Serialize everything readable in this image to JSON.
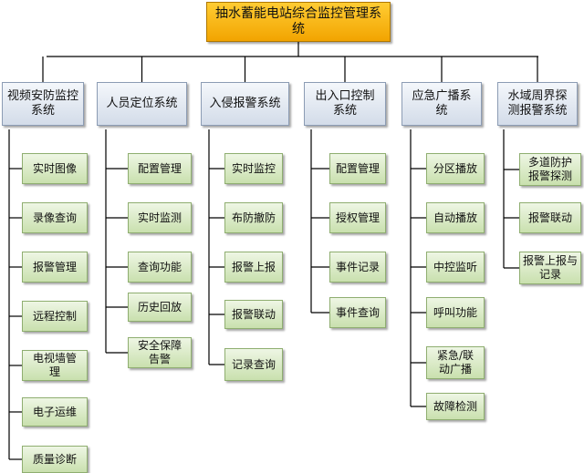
{
  "root": "抽水蓄能电站综合监控管理系统",
  "systems": [
    {
      "name": "视频安防监控\n系统",
      "items": [
        "实时图像",
        "录像查询",
        "报警管理",
        "远程控制",
        "电视墙管\n理",
        "电子运维",
        "质量诊断"
      ]
    },
    {
      "name": "人员定位系统",
      "items": [
        "配置管理",
        "实时监测",
        "查询功能",
        "历史回放",
        "安全保障\n告警"
      ]
    },
    {
      "name": "入侵报警系统",
      "items": [
        "实时监控",
        "布防撤防",
        "报警上报",
        "报警联动",
        "记录查询"
      ]
    },
    {
      "name": "出入口控制\n系统",
      "items": [
        "配置管理",
        "授权管理",
        "事件记录",
        "事件查询"
      ]
    },
    {
      "name": "应急广播系\n统",
      "items": [
        "分区播放",
        "自动播放",
        "中控监听",
        "呼叫功能",
        "紧急/联\n动广播",
        "故障检测"
      ]
    },
    {
      "name": "水域周界探\n测报警系统",
      "items": [
        "多道防护\n报警探测",
        "报警联动",
        "报警上报与\n记录"
      ]
    }
  ]
}
